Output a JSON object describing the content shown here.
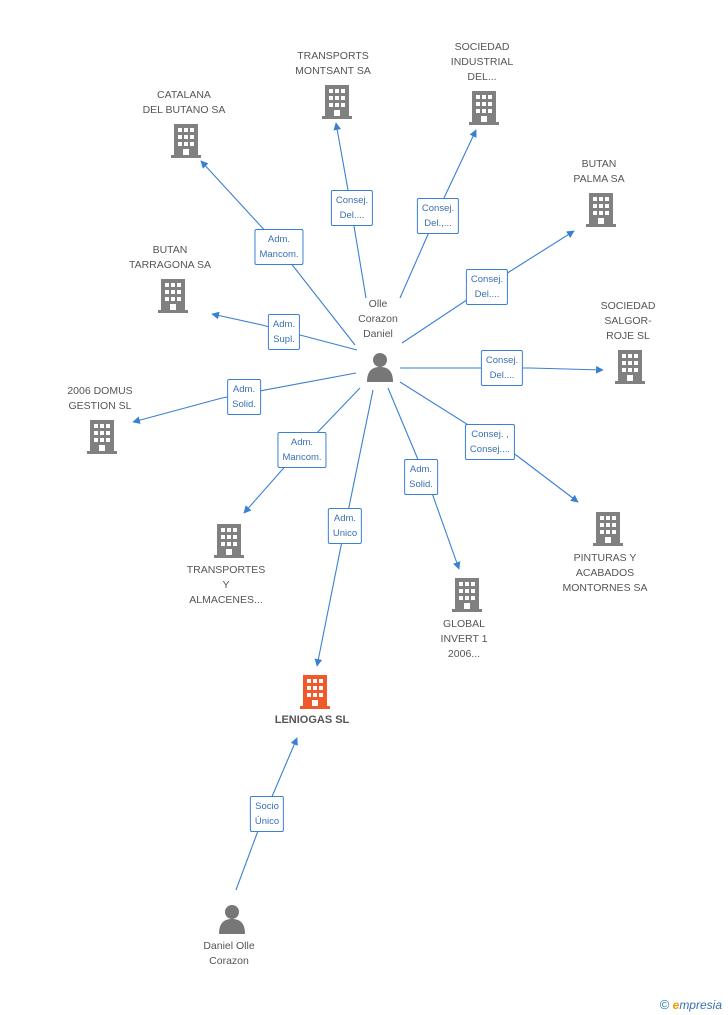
{
  "colors": {
    "edge": "#3a80d2",
    "company": "#808080",
    "focus_company": "#f05a2a",
    "person": "#777777"
  },
  "center_person": {
    "name": "Olle\nCorazon\nDaniel"
  },
  "focus_company": {
    "name": "LENIOGAS SL"
  },
  "bottom_person": {
    "name": "Daniel Olle\nCorazon"
  },
  "bottom_edge": {
    "label": "Socio\nÚnico"
  },
  "companies": [
    {
      "id": "catalana",
      "name": "CATALANA\nDEL BUTANO SA",
      "edge_label": "Adm.\nMancom."
    },
    {
      "id": "montsant",
      "name": "TRANSPORTS\nMONTSANT SA",
      "edge_label": "Consej.\nDel...."
    },
    {
      "id": "industrial",
      "name": "SOCIEDAD\nINDUSTRIAL\nDEL...",
      "edge_label": "Consej.\nDel.,..."
    },
    {
      "id": "palma",
      "name": "BUTAN\nPALMA SA",
      "edge_label": "Consej.\nDel...."
    },
    {
      "id": "tarragona",
      "name": "BUTAN\nTARRAGONA SA",
      "edge_label": "Adm.\nSupl."
    },
    {
      "id": "salgor",
      "name": "SOCIEDAD\nSALGOR-\nROJE  SL",
      "edge_label": "Consej.\nDel...."
    },
    {
      "id": "domus",
      "name": "2006 DOMUS\nGESTION SL",
      "edge_label": "Adm.\nSolid."
    },
    {
      "id": "pinturas",
      "name": "PINTURAS Y\nACABADOS\nMONTORNES SA",
      "edge_label": "Consej. ,\nConsej...."
    },
    {
      "id": "almacenes",
      "name": "TRANSPORTES\nY\nALMACENES...",
      "edge_label": "Adm.\nMancom."
    },
    {
      "id": "global",
      "name": "GLOBAL\nINVERT 1\n2006...",
      "edge_label": "Adm.\nSolid."
    },
    {
      "id": "leniogas_edge",
      "name": "",
      "edge_label": "Adm.\nUnico"
    }
  ],
  "watermark": {
    "copyright": "©",
    "brand_initial": "e",
    "brand_rest": "mpresia"
  }
}
